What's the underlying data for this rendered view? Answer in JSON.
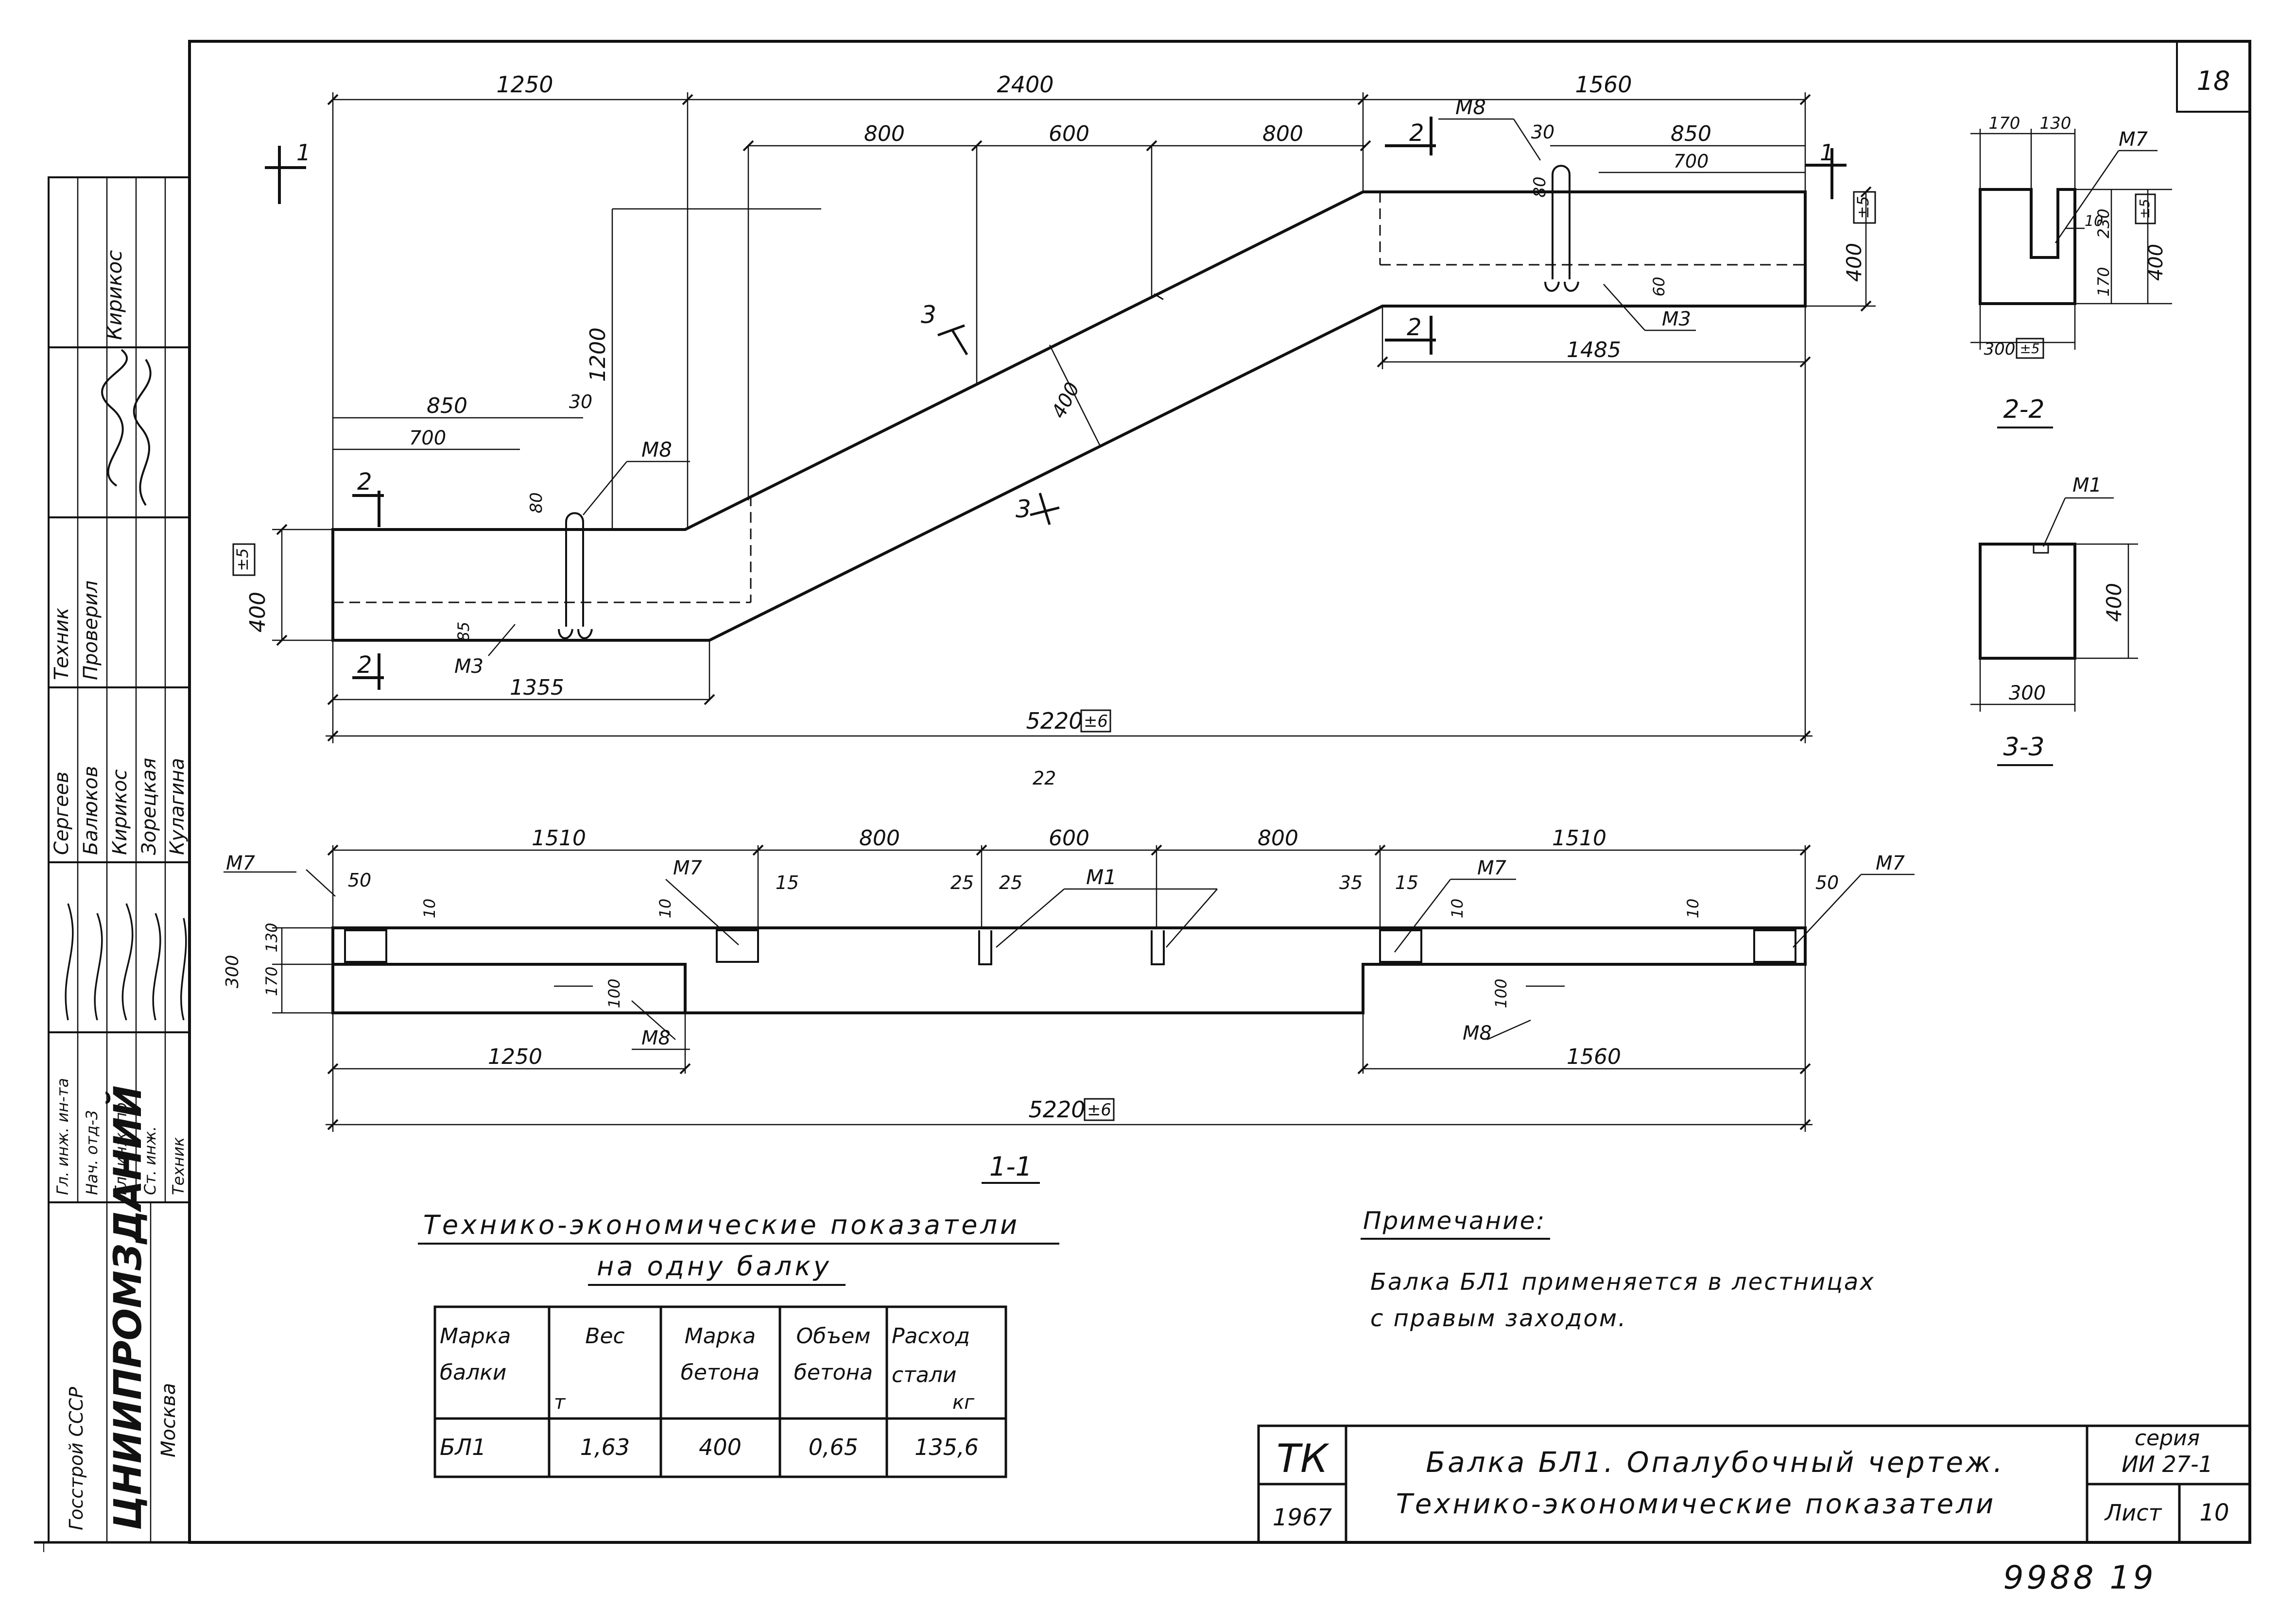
{
  "sheet_number_top": "18",
  "elevation": {
    "dims": {
      "top_1250": "1250",
      "top_2400": "2400",
      "top_1560": "1560",
      "d800_a": "800",
      "d600": "600",
      "d800_b": "800",
      "d850_right": "850",
      "d700_right": "700",
      "d30_right": "30",
      "d80_right": "80",
      "d1200": "1200",
      "d400_incline": "400",
      "d850_left": "850",
      "d700_left": "700",
      "d30_left": "30",
      "d80_left": "80",
      "d400_left": "400",
      "d400_right": "400",
      "tol5_left": "±5",
      "tol5_right": "±5",
      "d1355": "1355",
      "d1485": "1485",
      "total": "5220",
      "tol6": "±6",
      "d85": "85",
      "d60": "60"
    },
    "labels": {
      "m8_left": "M8",
      "m3_left": "M3",
      "m8_right": "M8",
      "m3_right": "M3",
      "sec1_top_left": "1",
      "sec1_top_right": "1",
      "sec2_a": "2",
      "sec2_b": "2",
      "sec2_c": "2",
      "sec2_d": "2",
      "sec3_a": "3",
      "sec3_b": "3"
    },
    "stray_mark": "22"
  },
  "section_2_2": {
    "title": "2-2",
    "dims": {
      "d170": "170",
      "d130": "130",
      "d10": "10",
      "d230": "230",
      "d170v": "170",
      "d400": "400",
      "d300": "300",
      "tol5a": "±5",
      "tol5b": "±5"
    },
    "label": "M7"
  },
  "section_3_3": {
    "title": "3-3",
    "dims": {
      "d400": "400",
      "d300": "300"
    },
    "label": "M1"
  },
  "plan_1_1": {
    "title": "1-1",
    "dims": {
      "d1510_left": "1510",
      "d800_a": "800",
      "d600": "600",
      "d800_b": "800",
      "d1510_right": "1510",
      "d50_left": "50",
      "d10_a": "10",
      "d10_b": "10",
      "d15_a": "15",
      "d25_a": "25",
      "d25_b": "25",
      "d35": "35",
      "d15_b": "15",
      "d10_c": "10",
      "d10_d": "10",
      "d50_right": "50",
      "d300": "300",
      "d170": "170",
      "d130": "130",
      "d100_left": "100",
      "d100_right": "100",
      "d1250": "1250",
      "d1560": "1560",
      "total": "5220",
      "tol6": "±6"
    },
    "labels": {
      "m7_far_left": "M7",
      "m7_mid_left": "M7",
      "m1": "M1",
      "m7_mid_right": "M7",
      "m7_far_right": "M7",
      "m8_left": "M8",
      "m8_right": "M8"
    }
  },
  "indicators": {
    "title_line1": "Технико-экономические показатели",
    "title_line2": "на одну балку",
    "headers": [
      {
        "line1": "Марка",
        "line2": "балки",
        "line3": ""
      },
      {
        "line1": "Вес",
        "line2": "",
        "line3": "т"
      },
      {
        "line1": "Марка",
        "line2": "бетона",
        "line3": ""
      },
      {
        "line1": "Объем",
        "line2": "бетона",
        "line3": ""
      },
      {
        "line1": "Расход",
        "line2": "стали",
        "line3": "кг"
      }
    ],
    "row": [
      "БЛ1",
      "1,63",
      "400",
      "0,65",
      "135,6"
    ]
  },
  "note": {
    "title": "Примечание:",
    "line1": "Балка БЛ1 применяется в лестницах",
    "line2": "с правым заходом."
  },
  "title_block": {
    "tk": "ТК",
    "year": "1967",
    "title_line1": "Балка БЛ1. Опалубочный чертеж.",
    "title_line2": "Технико-экономические показатели",
    "series_label": "серия",
    "series_value": "ИИ 27-1",
    "sheet_label": "Лист",
    "sheet_value": "10"
  },
  "side_stamp": {
    "org_line1": "Госстрой СССР",
    "org_name": "ЦНИИПРОМЗДАНИЙ",
    "org_city": "Москва",
    "roles": [
      "Гл. инж. ин-та",
      "Нач. отд-3",
      "Гл. инж. пр.",
      "Ст. инж.",
      "Техник"
    ],
    "names": [
      "Сергеев",
      "Балюков",
      "Кирикос",
      "Зорецкая",
      "Кулагина"
    ],
    "check_roles": [
      "Техник",
      "Проверил"
    ],
    "top_name": "Кирикос"
  },
  "archive_number": "9988 19"
}
